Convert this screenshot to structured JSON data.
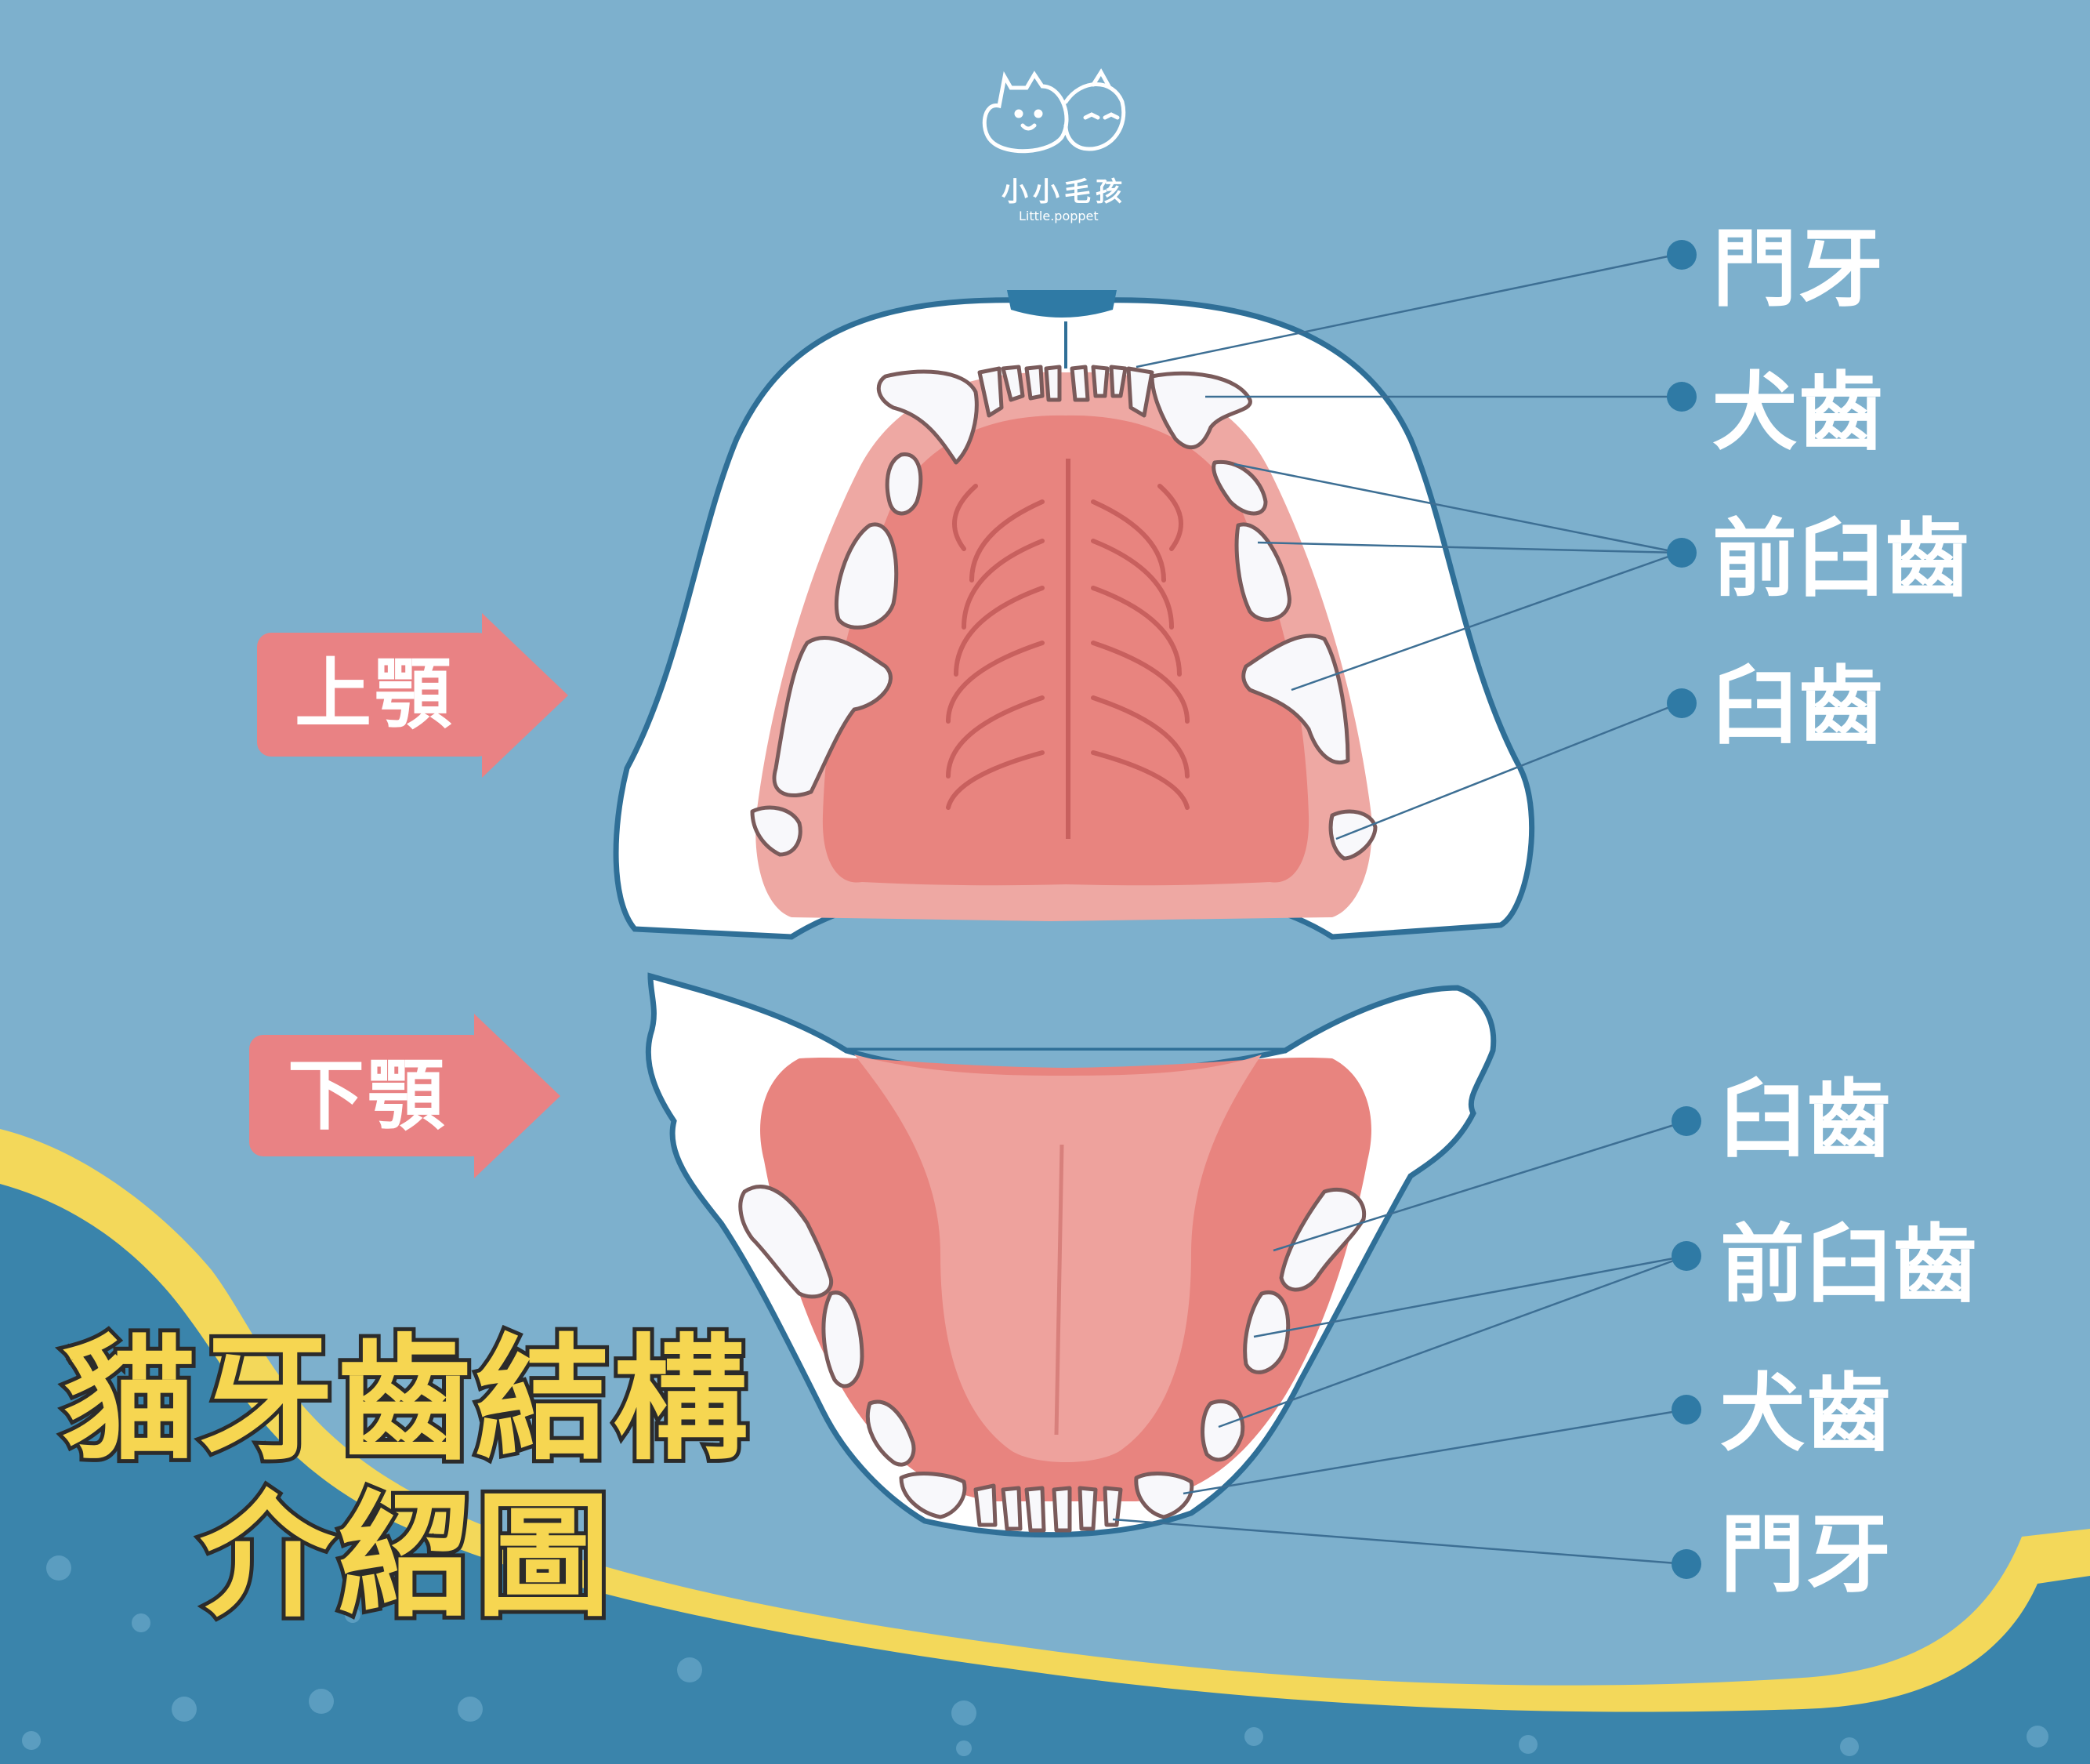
{
  "logo": {
    "name_zh": "小小毛孩",
    "name_en": "Little.poppet"
  },
  "title": {
    "line1": "貓牙齒結構",
    "line2": "介紹圖"
  },
  "jaw_tags": {
    "upper": "上顎",
    "lower": "下顎"
  },
  "upper_labels": [
    "門牙",
    "犬齒",
    "前臼齒",
    "臼齒"
  ],
  "lower_labels": [
    "臼齒",
    "前臼齒",
    "犬齒",
    "門牙"
  ],
  "colors": {
    "background": "#7db0cd",
    "bottom_wave": "#3a84ab",
    "wave_edge": "#f3d85a",
    "gum": "#e8847f",
    "tag": "#e98284",
    "outline": "#2f6f97"
  }
}
